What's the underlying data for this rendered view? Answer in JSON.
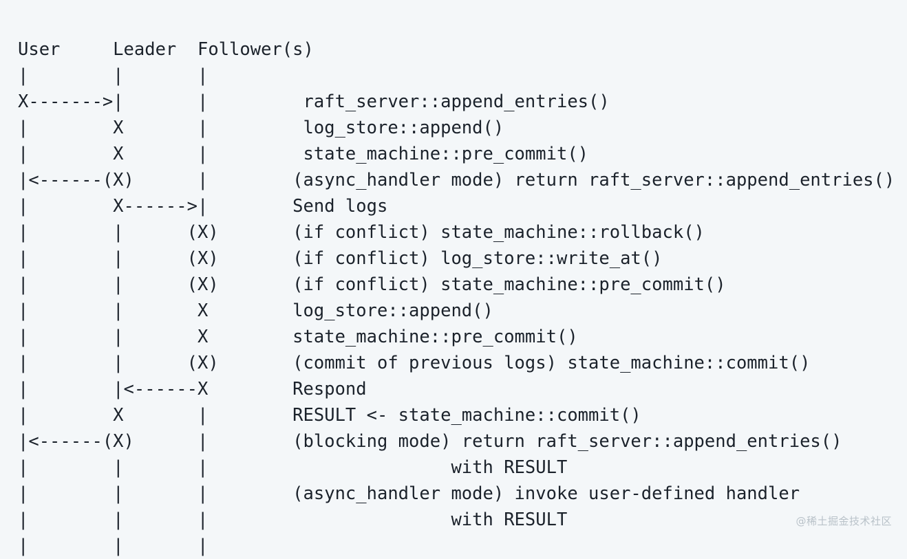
{
  "document": {
    "kind": "ascii-sequence-diagram",
    "title": "Raft append_entries sequence diagram",
    "background_color": "#f4f7f9",
    "text_color": "#1b222b",
    "columns": {
      "user": "User",
      "leader": "Leader",
      "followers": "Follower(s)"
    },
    "header_line": "User     Leader  Follower(s)",
    "lines": [
      "User     Leader  Follower(s)",
      "|        |       |",
      "X------->|       |         raft_server::append_entries()",
      "|        X       |         log_store::append()",
      "|        X       |         state_machine::pre_commit()",
      "|<------(X)      |        (async_handler mode) return raft_server::append_entries()",
      "|        X------>|        Send logs",
      "|        |      (X)       (if conflict) state_machine::rollback()",
      "|        |      (X)       (if conflict) log_store::write_at()",
      "|        |      (X)       (if conflict) state_machine::pre_commit()",
      "|        |       X        log_store::append()",
      "|        |       X        state_machine::pre_commit()",
      "|        |      (X)       (commit of previous logs) state_machine::commit()",
      "|        |<------X        Respond",
      "|        X       |        RESULT <- state_machine::commit()",
      "|<------(X)      |        (blocking mode) return raft_server::append_entries()",
      "|        |       |                       with RESULT",
      "|        |       |        (async_handler mode) invoke user-defined handler",
      "|        |       |                       with RESULT",
      "|        |       |"
    ],
    "messages": [
      "raft_server::append_entries()",
      "log_store::append()",
      "state_machine::pre_commit()",
      "(async_handler mode) return raft_server::append_entries()",
      "Send logs",
      "(if conflict) state_machine::rollback()",
      "(if conflict) log_store::write_at()",
      "(if conflict) state_machine::pre_commit()",
      "log_store::append()",
      "state_machine::pre_commit()",
      "(commit of previous logs) state_machine::commit()",
      "Respond",
      "RESULT <- state_machine::commit()",
      "(blocking mode) return raft_server::append_entries()",
      "with RESULT",
      "(async_handler mode) invoke user-defined handler",
      "with RESULT"
    ]
  },
  "watermark": {
    "text": "@稀土掘金技术社区"
  }
}
